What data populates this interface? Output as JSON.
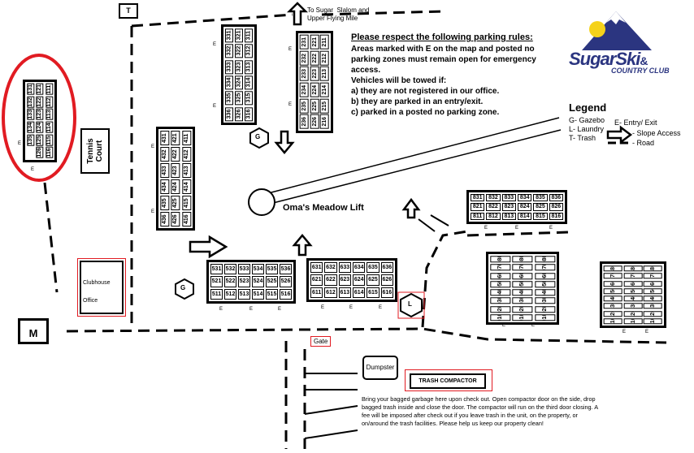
{
  "labels": {
    "t_marker": "T",
    "m_marker": "M",
    "to_sugar": "To Sugar  Slalom and\nUpper Flying Mile",
    "tennis": "Tennis\nCourt",
    "clubhouse": "Clubhouse",
    "office": "Office",
    "lift": "Oma's Meadow Lift",
    "gate": "Gate",
    "dumpster": "Dumpster",
    "compactor": "TRASH COMPACTOR",
    "g1": "G",
    "g2": "G",
    "l1": "L",
    "e": "E"
  },
  "rules": {
    "heading": "Please respect the following parking rules:",
    "line1": "Areas marked with E on the map and posted no",
    "line2": "parking zones must remain open for emergency",
    "line3": "access.",
    "line4": "Vehicles will be towed if:",
    "line5": "a) they are not registered in our office.",
    "line6": "b) they are parked in an entry/exit.",
    "line7": "c) parked in a posted no parking zone."
  },
  "legend": {
    "title": "Legend",
    "gazebo": "G- Gazebo",
    "laundry": "L- Laundry",
    "trash": "T- Trash",
    "entry": "E- Entry/ Exit",
    "slope": "- Slope Access",
    "road": "- Road"
  },
  "logo": {
    "line1": "SugarSki",
    "line2": "COUNTRY CLUB",
    "amp": "&"
  },
  "compactor_note": "Bring your bagged garbage here upon check out. Open compactor door on the side, drop bagged trash inside and close the door. The compactor will run on the third door closing.  A fee will be imposed after check out if you leave trash in the unit, on the property, or on/around the trash facilities.  Please help us keep our property clean!",
  "blocks": {
    "b100": [
      [
        "131",
        "132",
        "133",
        "134",
        "135"
      ],
      [
        "121",
        "122",
        "123",
        "124",
        "125",
        "126"
      ],
      [
        "111",
        "112",
        "113",
        "114",
        "115",
        "116"
      ]
    ],
    "b300": [
      [
        "331",
        "332",
        "333",
        "334",
        "335",
        "336"
      ],
      [
        "321",
        "322",
        "323",
        "324",
        "325",
        "326"
      ],
      [
        "311",
        "312",
        "313",
        "314",
        "315",
        "316"
      ]
    ],
    "b200": [
      [
        "231",
        "232",
        "233",
        "234",
        "235",
        "236"
      ],
      [
        "221",
        "222",
        "223",
        "224",
        "225",
        "226"
      ],
      [
        "211",
        "212",
        "213",
        "214",
        "215",
        "216"
      ]
    ],
    "b400": [
      [
        "431",
        "432",
        "433",
        "434",
        "435",
        "436"
      ],
      [
        "421",
        "422",
        "423",
        "424",
        "425",
        "426"
      ],
      [
        "411",
        "412",
        "413",
        "414",
        "415",
        "416"
      ]
    ],
    "b500": [
      [
        "531",
        "532",
        "533",
        "534",
        "535",
        "536"
      ],
      [
        "521",
        "522",
        "523",
        "524",
        "525",
        "526"
      ],
      [
        "511",
        "512",
        "513",
        "514",
        "515",
        "516"
      ]
    ],
    "b600": [
      [
        "631",
        "632",
        "633",
        "634",
        "635",
        "636"
      ],
      [
        "621",
        "622",
        "623",
        "624",
        "625",
        "626"
      ],
      [
        "611",
        "612",
        "613",
        "614",
        "615",
        "616"
      ]
    ],
    "b800": [
      [
        "831",
        "832",
        "833",
        "834",
        "835",
        "836"
      ],
      [
        "821",
        "822",
        "823",
        "824",
        "825",
        "826"
      ],
      [
        "811",
        "812",
        "813",
        "814",
        "815",
        "816"
      ]
    ],
    "b10000": [
      [
        "10803",
        "10703",
        "10603",
        "10503",
        "10403",
        "10303",
        "10203",
        "10103"
      ],
      [
        "10802",
        "10702",
        "10602",
        "10502",
        "10402",
        "10302",
        "10202",
        "10102"
      ],
      [
        "10801",
        "10701",
        "10601",
        "10501",
        "10401",
        "10301",
        "10201",
        "10101"
      ]
    ],
    "b11000": [
      [
        "11803",
        "11703",
        "11603",
        "11503",
        "11403",
        "11303",
        "11203",
        "11103"
      ],
      [
        "11802",
        "11702",
        "11602",
        "11502",
        "11402",
        "11302",
        "11202",
        "11102"
      ],
      [
        "11801",
        "11701",
        "11601",
        "11501",
        "11401",
        "11301",
        "11201",
        "11101"
      ]
    ]
  },
  "colors": {
    "highlight_red": "#e11b22",
    "logo_blue": "#2b3580",
    "logo_yellow": "#f5d21a"
  }
}
